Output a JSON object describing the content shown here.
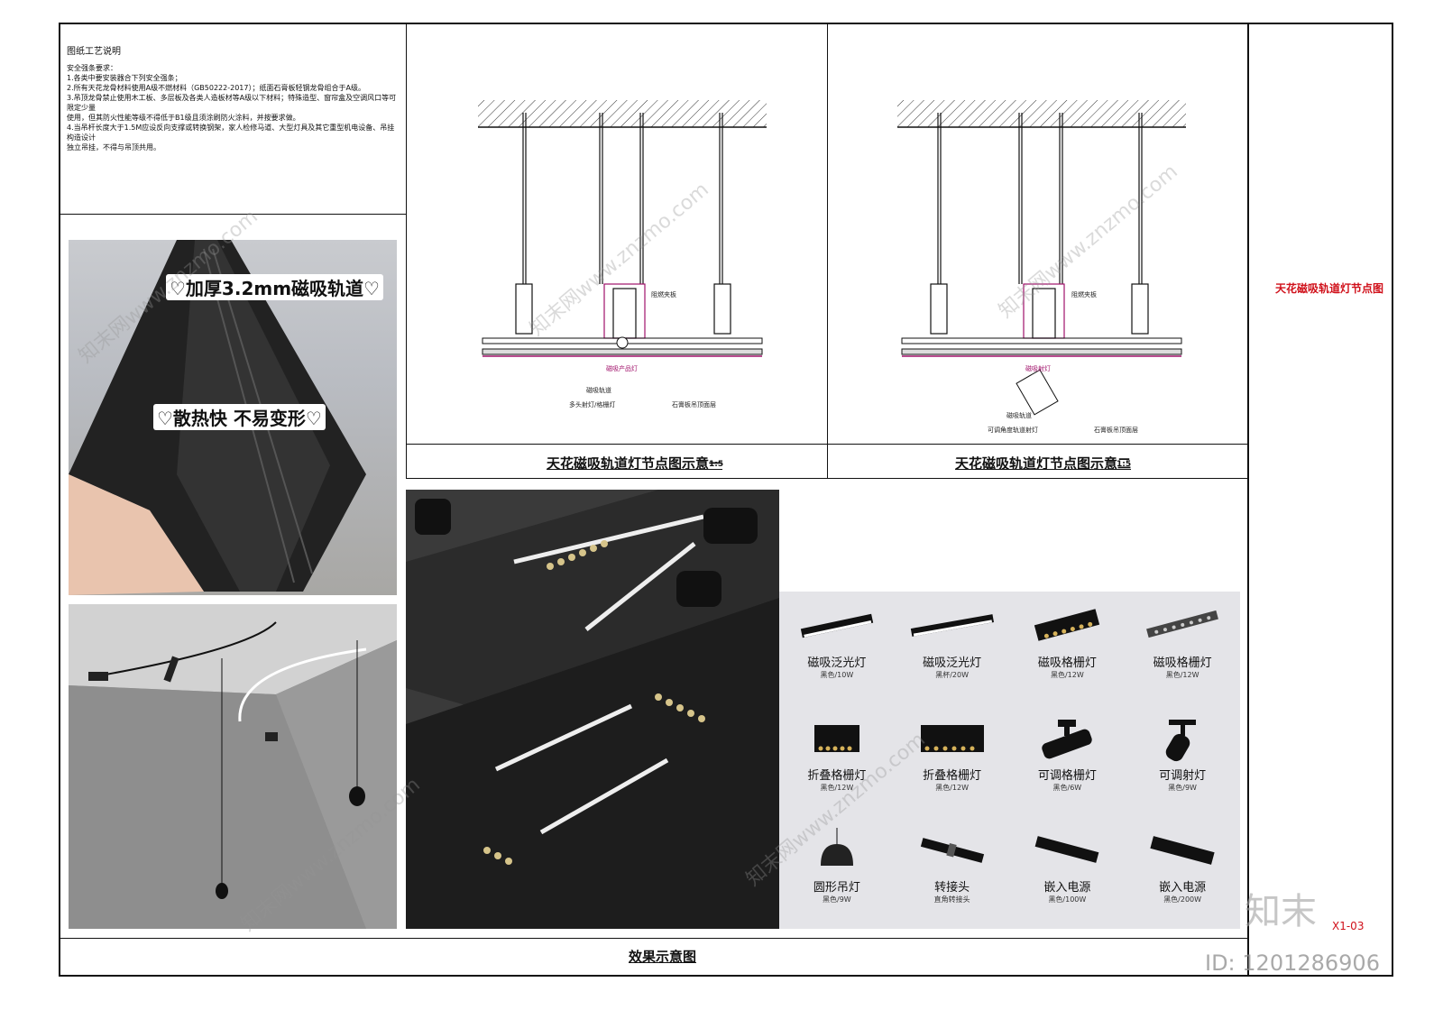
{
  "notes": {
    "heading": "图纸工艺说明",
    "body": "安全强条要求：\n1.各类中要安装器合下列安全强条；\n2.所有天花龙骨材料使用A级不燃材料（GB50222-2017）；纸面石膏板轻钢龙骨组合于A级。\n3.吊顶龙骨禁止使用木工板、多层板及各类人造板材等A级以下材料；特殊造型、窗帘盒及空调风口等可限定少量\n使用，但其防火性能等级不得低于B1级且须涂刷防火涂料，并按要求做。\n4.当吊杆长度大于1.5M应设反向支撑或转换钢架，家人检修马道、大型灯具及其它重型机电设备、吊挂构造设计\n独立吊挂，不得与吊顶共用。"
  },
  "detail1": {
    "caption": "天花磁吸轨道灯节点图示意一",
    "scale": "1:5",
    "ann_panel": "阻燃夹板",
    "ann_light": "磁吸产品灯",
    "ann_track": "磁吸轨道",
    "ann_multi": "多头射灯/格栅灯",
    "ann_board": "石膏板吊顶面层"
  },
  "detail2": {
    "caption": "天花磁吸轨道灯节点图示意二",
    "scale": "1:5",
    "ann_panel": "阻燃夹板",
    "ann_light": "磁吸射灯",
    "ann_track": "磁吸轨道",
    "ann_adjust": "可调角度轨道射灯",
    "ann_board": "石膏板吊顶面层"
  },
  "sidebar": {
    "title": "天花磁吸轨道灯节点图",
    "sheet_no": "X1-03"
  },
  "photo": {
    "label1": "♡加厚3.2mm磁吸轨道♡",
    "label2": "♡散热快 不易变形♡"
  },
  "effects_caption": "效果示意图",
  "products": [
    {
      "name": "磁吸泛光灯",
      "spec": "黑色/10W",
      "icon": "linear-flood-light-icon"
    },
    {
      "name": "磁吸泛光灯",
      "spec": "黑杯/20W",
      "icon": "linear-flood-light-long-icon"
    },
    {
      "name": "磁吸格栅灯",
      "spec": "黑色/12W",
      "icon": "grille-light-icon"
    },
    {
      "name": "磁吸格栅灯",
      "spec": "黑色/12W",
      "icon": "grille-light-slim-icon"
    },
    {
      "name": "折叠格栅灯",
      "spec": "黑色/12W",
      "icon": "folding-grille-light-icon"
    },
    {
      "name": "折叠格栅灯",
      "spec": "黑色/12W",
      "icon": "folding-grille-light-wide-icon"
    },
    {
      "name": "可调格栅灯",
      "spec": "黑色/6W",
      "icon": "adjustable-grille-light-icon"
    },
    {
      "name": "可调射灯",
      "spec": "黑色/9W",
      "icon": "adjustable-spotlight-icon"
    },
    {
      "name": "圆形吊灯",
      "spec": "黑色/9W",
      "icon": "round-pendant-light-icon"
    },
    {
      "name": "转接头",
      "spec": "直角转接头",
      "icon": "connector-icon"
    },
    {
      "name": "嵌入电源",
      "spec": "黑色/100W",
      "icon": "embedded-power-icon"
    },
    {
      "name": "嵌入电源",
      "spec": "黑色/200W",
      "icon": "embedded-power-large-icon"
    }
  ],
  "watermark": {
    "brand": "知末",
    "id": "ID: 1201286906",
    "text": "知末网www.znzmo.com"
  }
}
